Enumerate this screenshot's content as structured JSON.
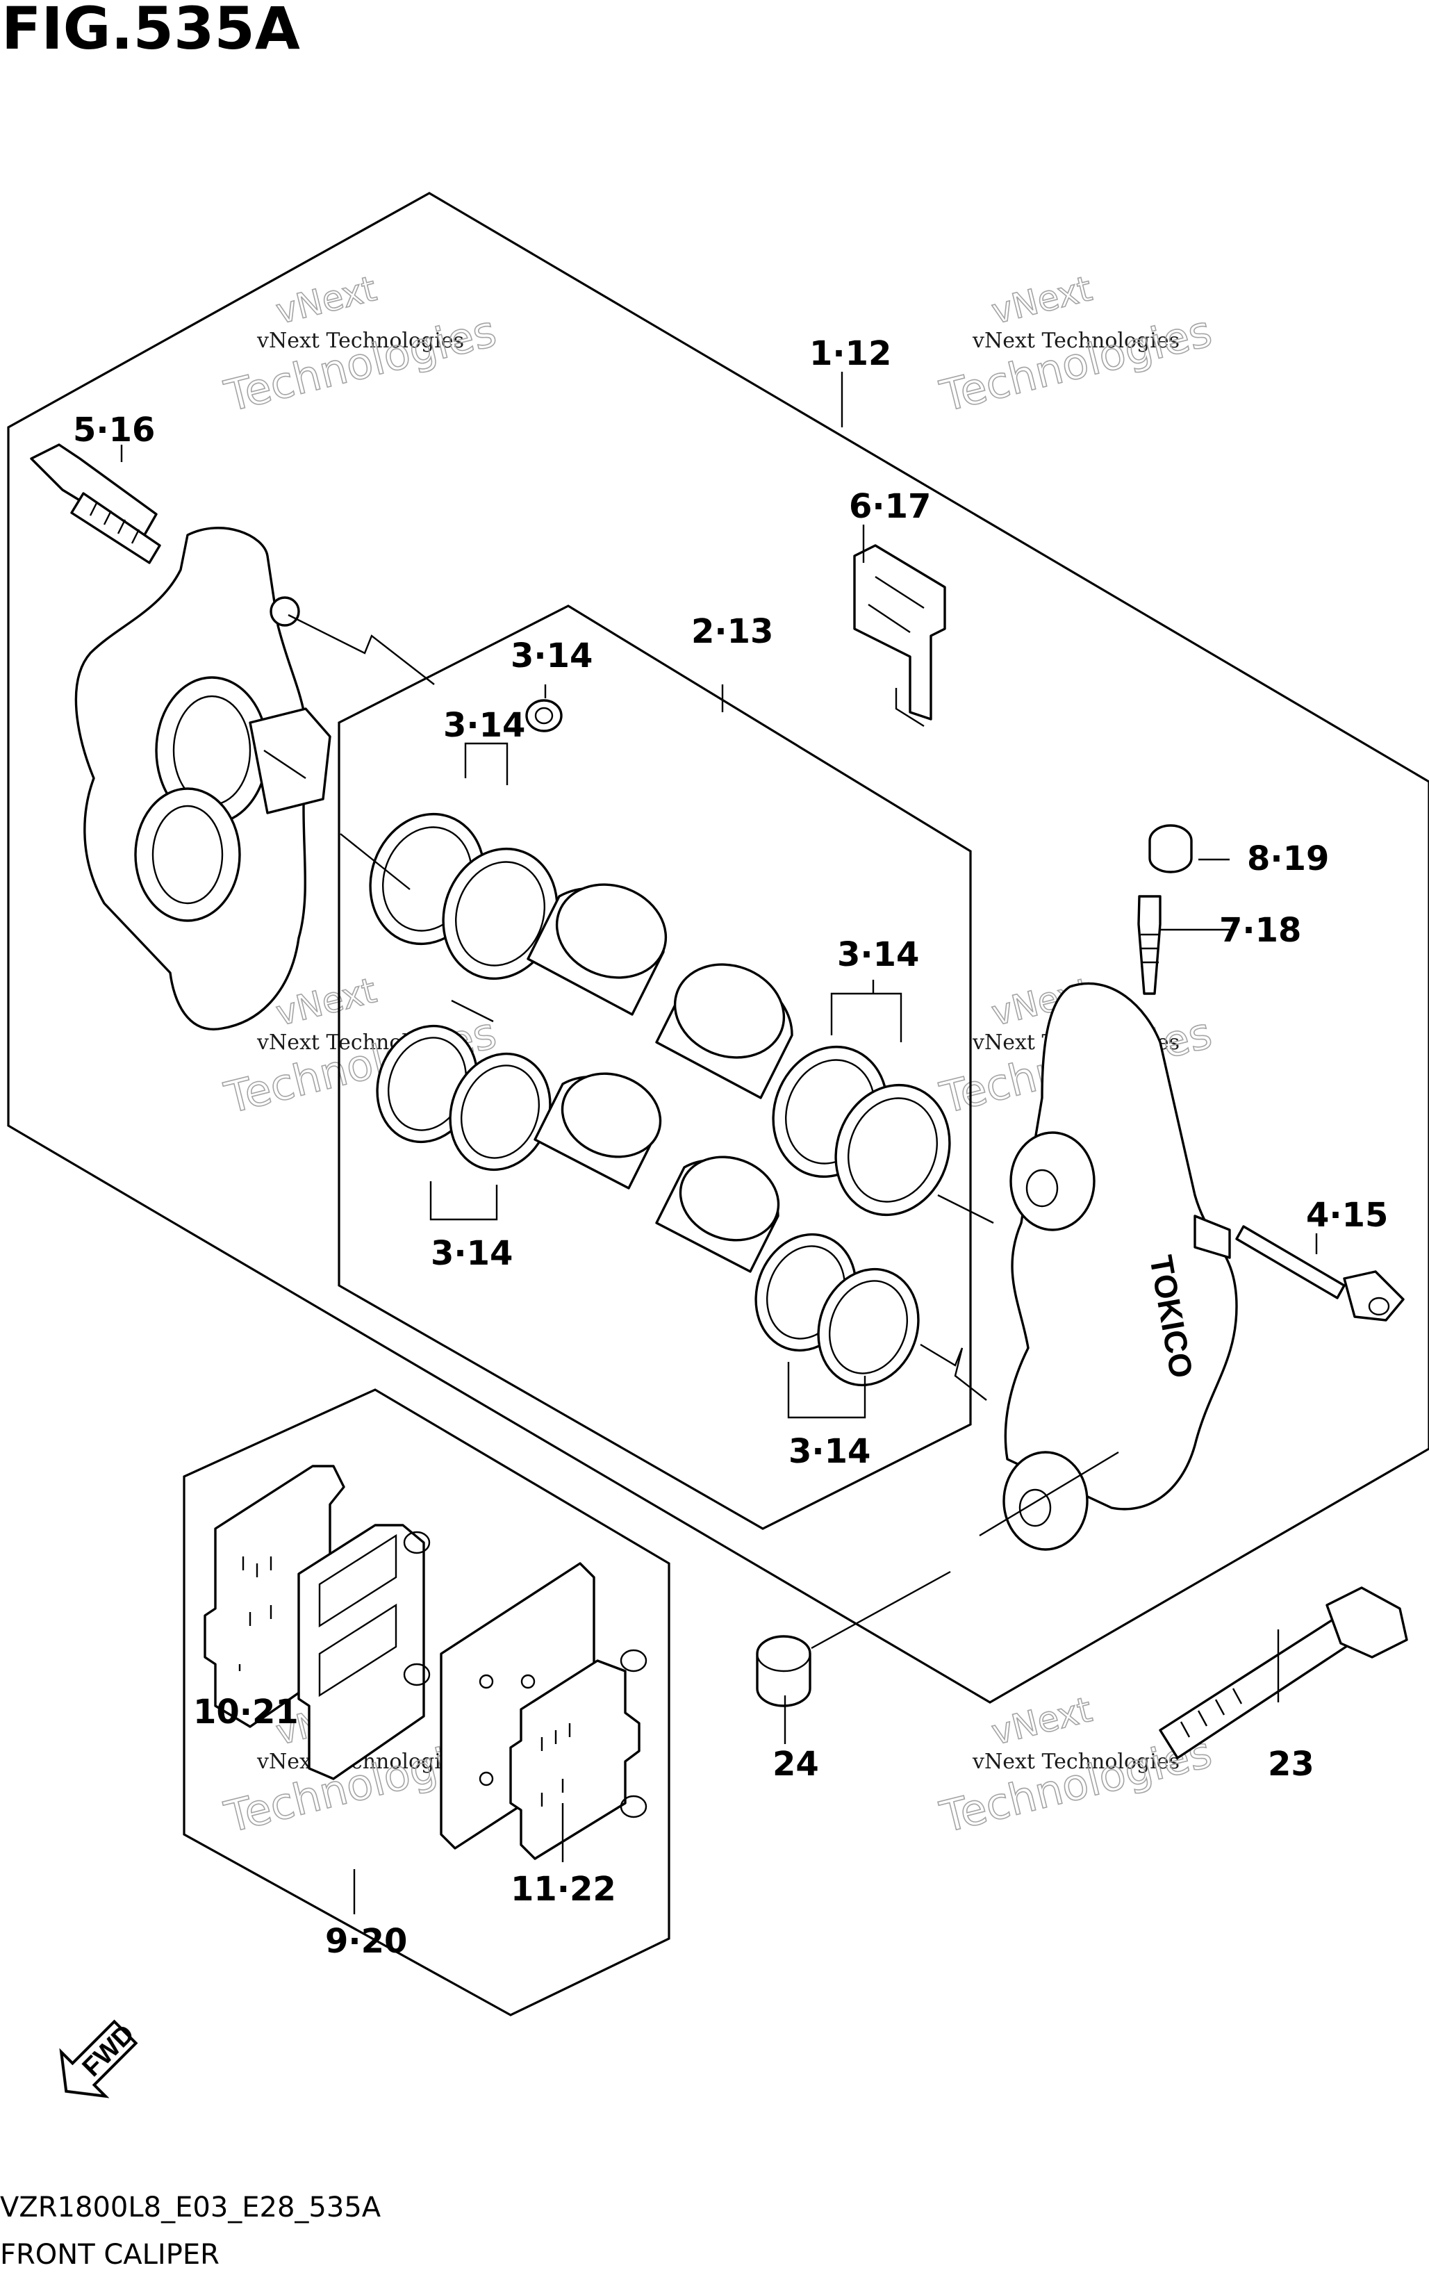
{
  "header": {
    "figure_title": "FIG.535A"
  },
  "footer": {
    "diagram_code": "VZR1800L8_E03_E28_535A",
    "section_name": "FRONT CALIPER"
  },
  "watermark": {
    "line1": "vNext Technologies",
    "line2": "Technologies",
    "line3": "vNext"
  },
  "direction_badge": {
    "label": "FWD"
  },
  "callouts": [
    {
      "id": "1",
      "label": "1·12"
    },
    {
      "id": "2",
      "label": "2·13"
    },
    {
      "id": "3a",
      "label": "3·14"
    },
    {
      "id": "3b",
      "label": "3·14"
    },
    {
      "id": "3c",
      "label": "3·14"
    },
    {
      "id": "3d",
      "label": "3·14"
    },
    {
      "id": "3e",
      "label": "3·14"
    },
    {
      "id": "4",
      "label": "4·15"
    },
    {
      "id": "5",
      "label": "5·16"
    },
    {
      "id": "6",
      "label": "6·17"
    },
    {
      "id": "7",
      "label": "7·18"
    },
    {
      "id": "8",
      "label": "8·19"
    },
    {
      "id": "9",
      "label": "9·20"
    },
    {
      "id": "10",
      "label": "10·21"
    },
    {
      "id": "11",
      "label": "11·22"
    },
    {
      "id": "23",
      "label": "23"
    },
    {
      "id": "24",
      "label": "24"
    }
  ]
}
